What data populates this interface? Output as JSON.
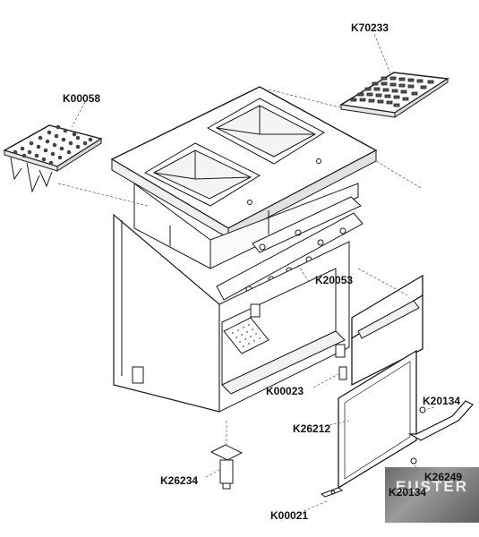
{
  "parts": [
    {
      "id": "k70233",
      "code": "K70233"
    },
    {
      "id": "k00058",
      "code": "K00058"
    },
    {
      "id": "k20053",
      "code": "K20053"
    },
    {
      "id": "k00023",
      "code": "K00023"
    },
    {
      "id": "k20134a",
      "code": "K20134"
    },
    {
      "id": "k26212",
      "code": "K26212"
    },
    {
      "id": "k26249",
      "code": "K26249"
    },
    {
      "id": "k20134b",
      "code": "K20134"
    },
    {
      "id": "k26234",
      "code": "K26234"
    },
    {
      "id": "k00021",
      "code": "K00021"
    }
  ],
  "watermark": {
    "text": "EUSTER"
  }
}
